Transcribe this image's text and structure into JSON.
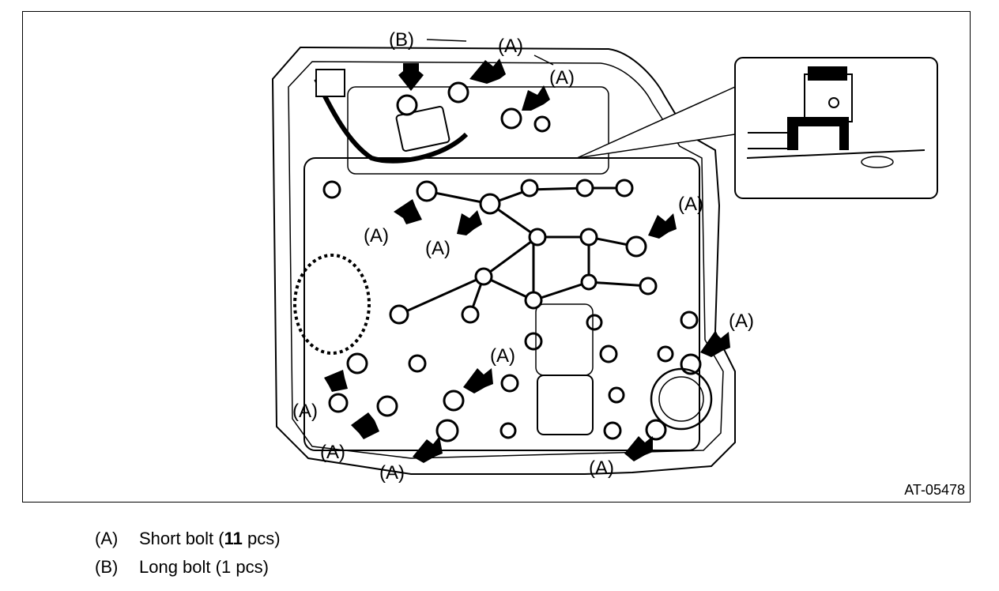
{
  "figure": {
    "id": "AT-05478",
    "callouts": [
      {
        "key": "b1",
        "text": "(B)"
      },
      {
        "key": "a1",
        "text": "(A)"
      },
      {
        "key": "a2",
        "text": "(A)"
      },
      {
        "key": "a3",
        "text": "(A)"
      },
      {
        "key": "a4",
        "text": "(A)"
      },
      {
        "key": "a5",
        "text": "(A)"
      },
      {
        "key": "a6",
        "text": "(A)"
      },
      {
        "key": "a7",
        "text": "(A)"
      },
      {
        "key": "a8",
        "text": "(A)"
      },
      {
        "key": "a9",
        "text": "(A)"
      },
      {
        "key": "a10",
        "text": "(A)"
      },
      {
        "key": "a11",
        "text": "(A)"
      }
    ]
  },
  "legend": [
    {
      "key": "(A)",
      "desc_pre": "Short bolt (",
      "count": "11",
      "desc_post": " pcs)"
    },
    {
      "key": "(B)",
      "desc_pre": "Long bolt (",
      "count": "1",
      "desc_post": " pcs)"
    }
  ]
}
